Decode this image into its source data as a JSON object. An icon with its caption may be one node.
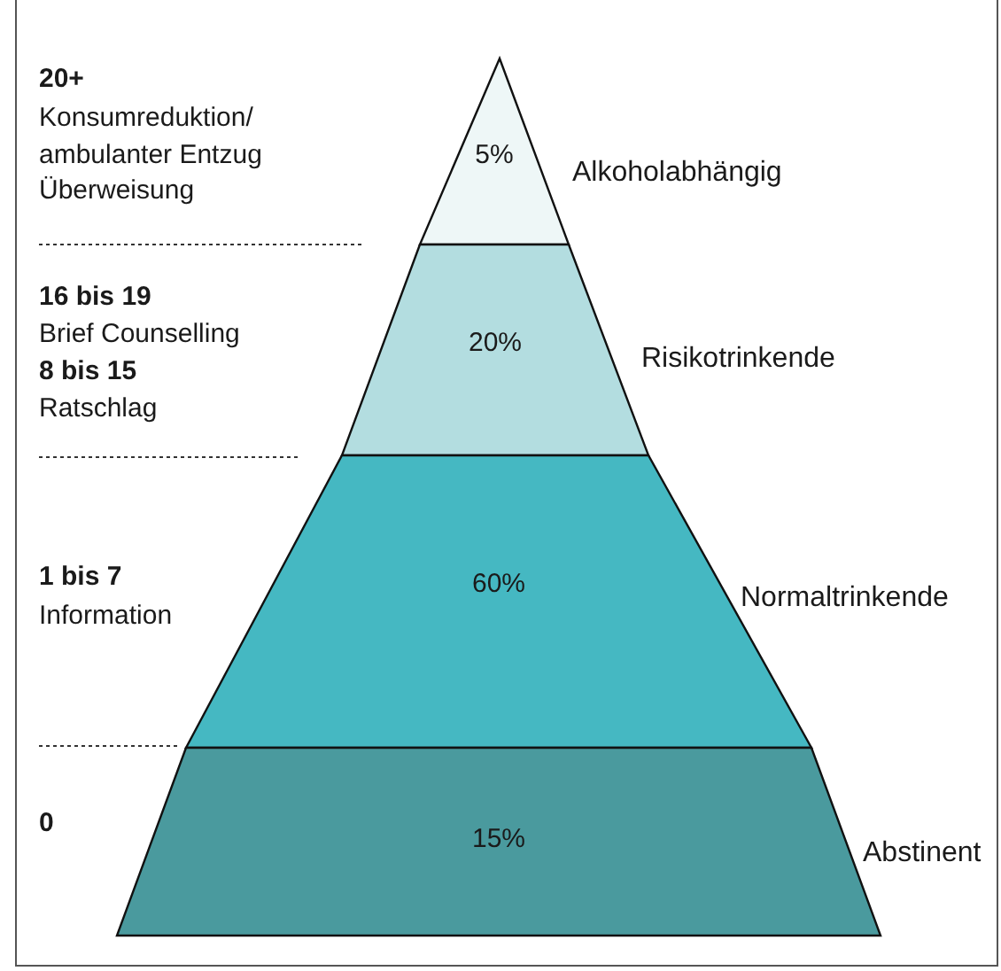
{
  "diagram": {
    "nodes": [
      {
        "text": [
          "5%"
        ],
        "beside": [
          "Alkoholabhängig"
        ]
      },
      {
        "text": [
          "20%"
        ],
        "beside": [
          "Risikotrinkende"
        ]
      },
      {
        "text": [
          "60%"
        ],
        "beside": [
          "Normaltrinkende"
        ]
      },
      {
        "text": [
          "15%"
        ],
        "beside": [
          "Abstinent"
        ]
      }
    ],
    "labels": [
      "20+",
      "Konsumreduktion/ ambulanter Entzug Überweisung",
      "16 bis 19",
      "Brief Counselling",
      "8 bis 15",
      "Ratschlag",
      "1 bis 7",
      "Information",
      "0"
    ]
  }
}
